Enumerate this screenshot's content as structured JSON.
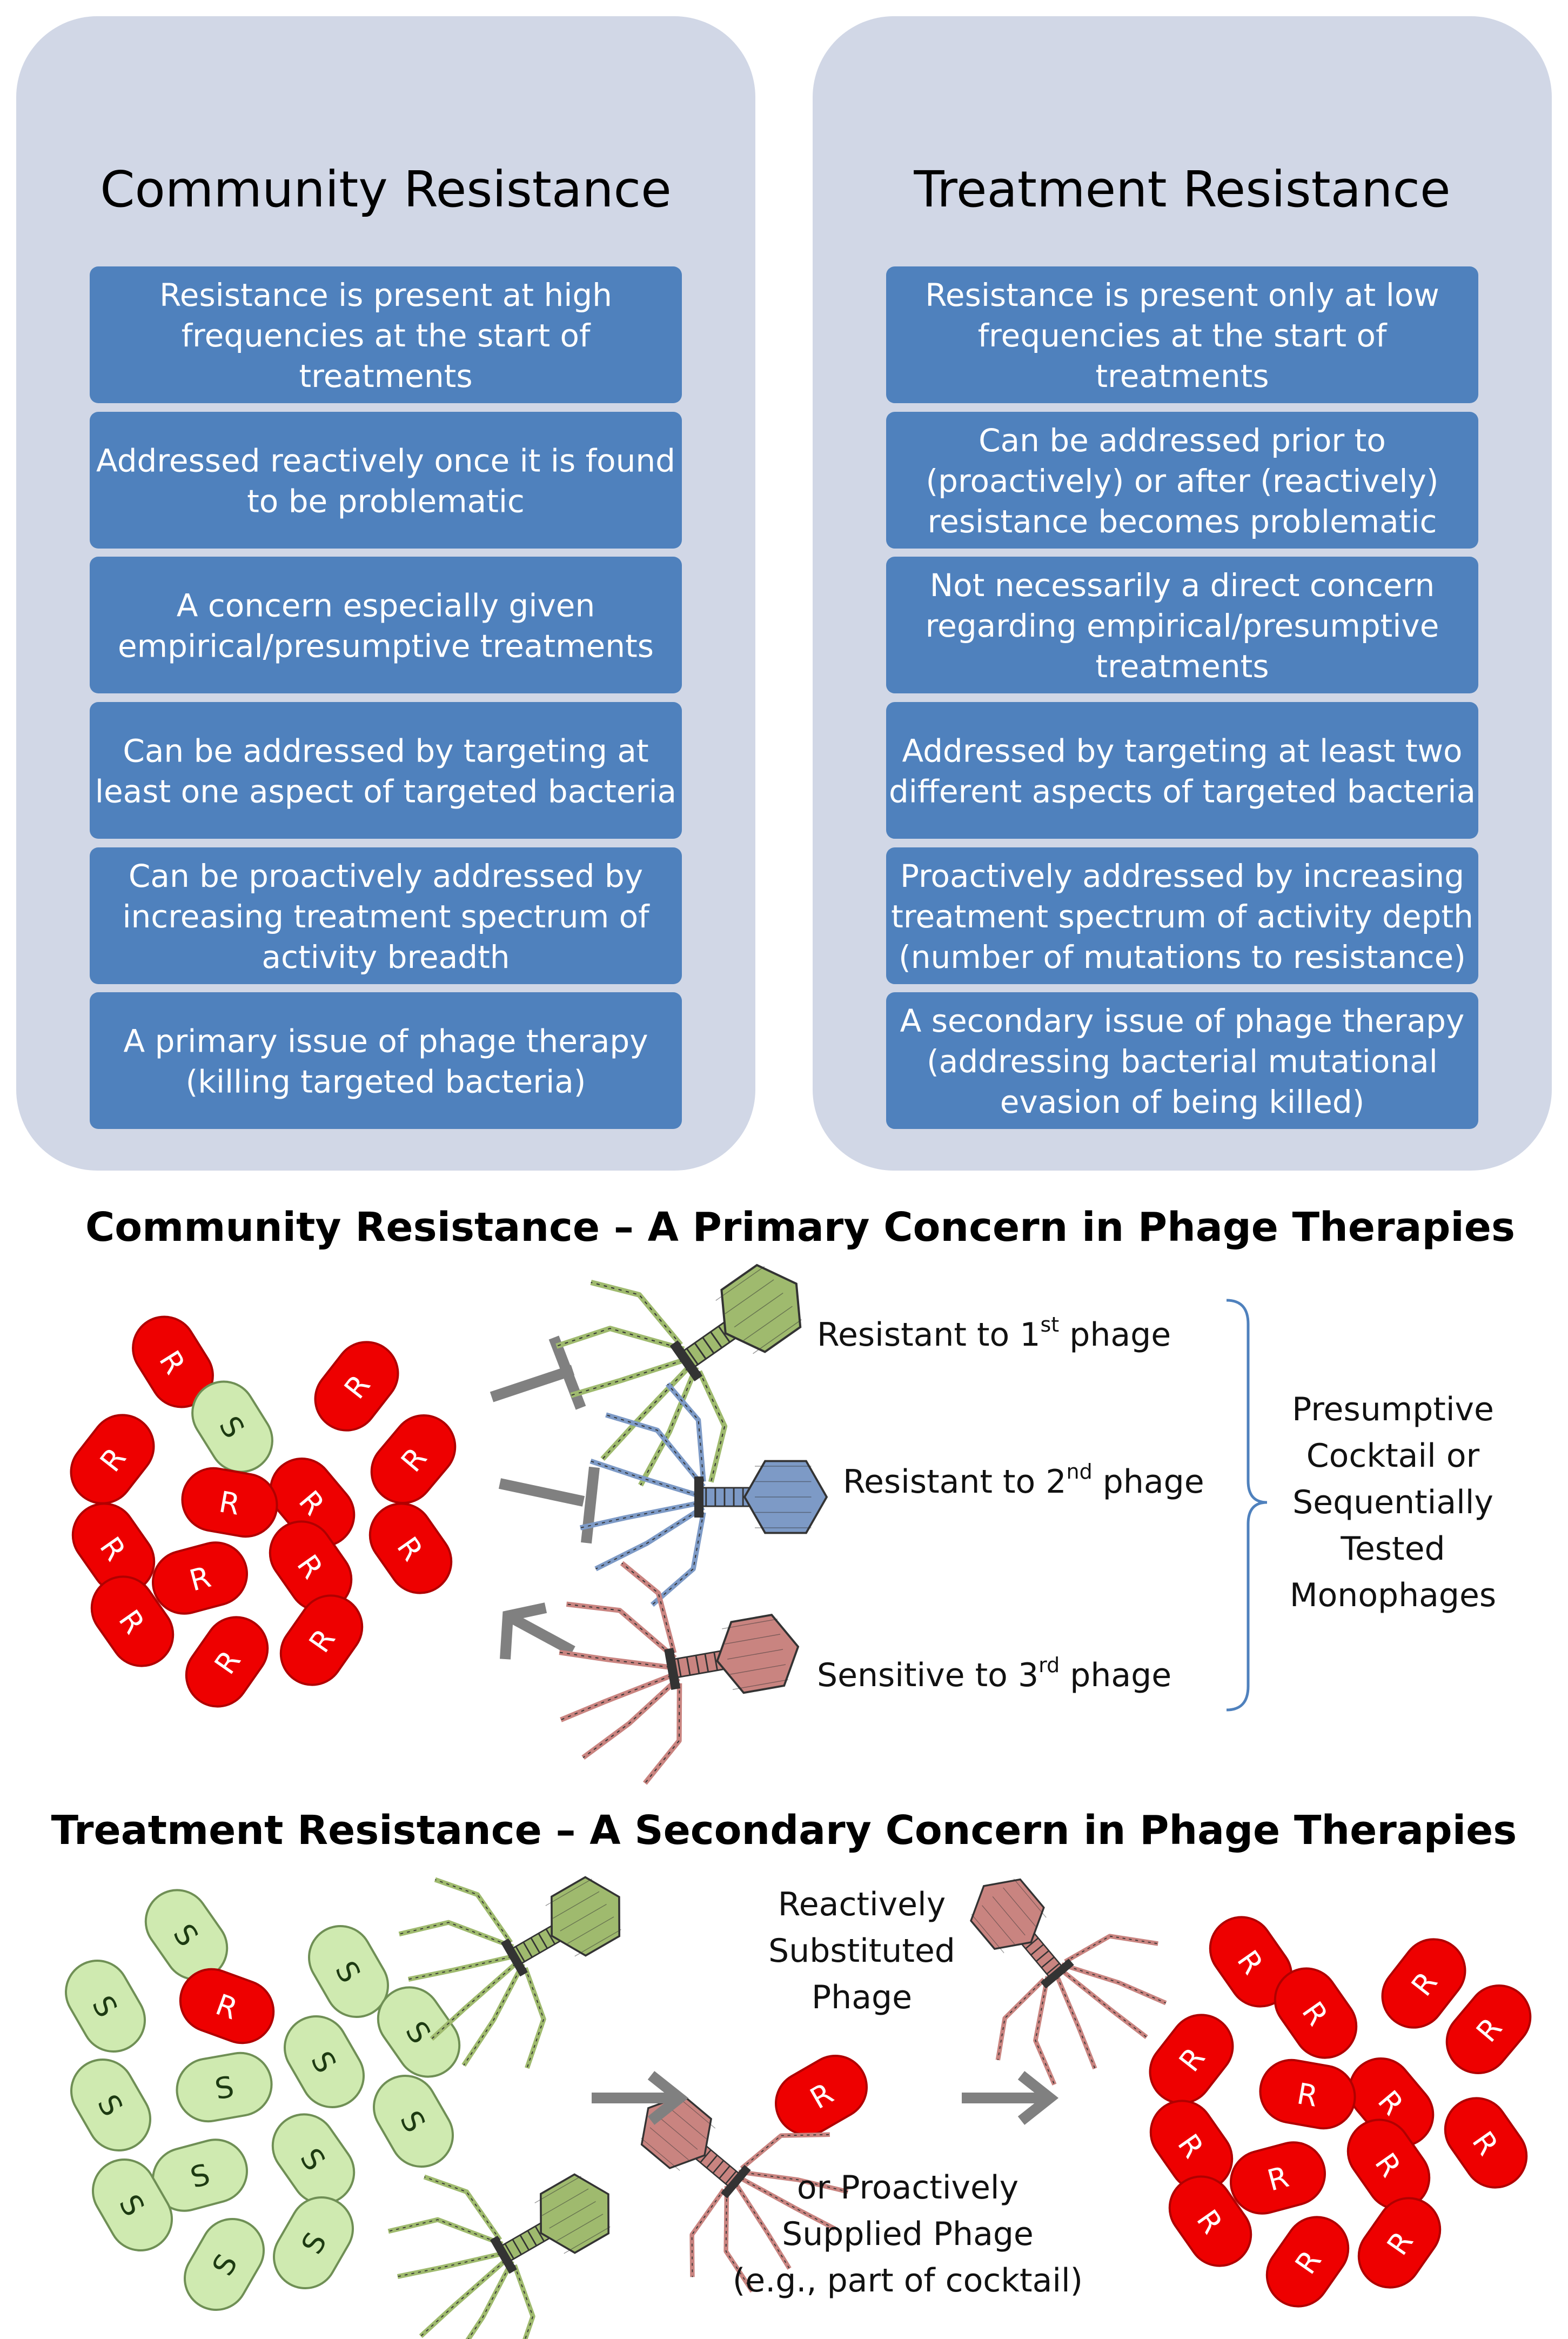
{
  "community_panel": {
    "title": "Community Resistance",
    "items": [
      [
        "Resistance is present at high",
        "frequencies at the start of",
        "treatments"
      ],
      [
        "Addressed reactively once it is found",
        "to be problematic"
      ],
      [
        "A concern especially given",
        "empirical/presumptive treatments"
      ],
      [
        "Can be addressed by targeting at",
        "least one aspect of targeted bacteria"
      ],
      [
        "Can be proactively addressed by",
        "increasing treatment spectrum of",
        "activity breadth"
      ],
      [
        "A primary issue of phage therapy",
        "(killing targeted bacteria)"
      ]
    ]
  },
  "treatment_panel": {
    "title": "Treatment Resistance",
    "items": [
      [
        "Resistance is present only at low",
        "frequencies at the start of",
        "treatments"
      ],
      [
        "Can be addressed prior to",
        "(proactively) or after (reactively)",
        "resistance becomes problematic"
      ],
      [
        "Not necessarily a direct concern",
        "regarding empirical/presumptive",
        "treatments"
      ],
      [
        "Addressed by targeting at least two",
        "different aspects of targeted bacteria"
      ],
      [
        "Proactively addressed by increasing",
        "treatment spectrum of activity depth",
        "(number of mutations to resistance)"
      ],
      [
        "A secondary issue of phage therapy",
        "(addressing bacterial mutational",
        "evasion of being killed)"
      ]
    ]
  },
  "community_section": {
    "title": "Community Resistance – A Primary Concern in Phage Therapies",
    "phage1": {
      "pre": "Resistant to 1",
      "sup": "st",
      "post": " phage"
    },
    "phage2": {
      "pre": "Resistant to 2",
      "sup": "nd",
      "post": " phage"
    },
    "phage3": {
      "pre": "Sensitive to 3",
      "sup": "rd",
      "post": " phage"
    },
    "bracket_label": [
      "Presumptive",
      "Cocktail or",
      "Sequentially",
      "Tested",
      "Monophages"
    ]
  },
  "treatment_section": {
    "title": "Treatment Resistance – A Secondary Concern in Phage Therapies",
    "reactive_label": [
      "Reactively",
      "Substituted",
      "Phage"
    ],
    "proactive_label": [
      "or Proactively",
      "Supplied Phage",
      "(e.g., part of cocktail)"
    ]
  },
  "labels": {
    "resistant": "R",
    "sensitive": "S"
  },
  "colors": {
    "panel_bg": "#d1d7e6",
    "box_fill": "#4f81bd",
    "resistant": "#ee0000",
    "sensitive": "#cfeab0",
    "phage_green": "#9fba6e",
    "phage_blue": "#7d9ac6",
    "phage_red": "#c98480",
    "arrow": "#808080",
    "bracket": "#4f81bd"
  }
}
